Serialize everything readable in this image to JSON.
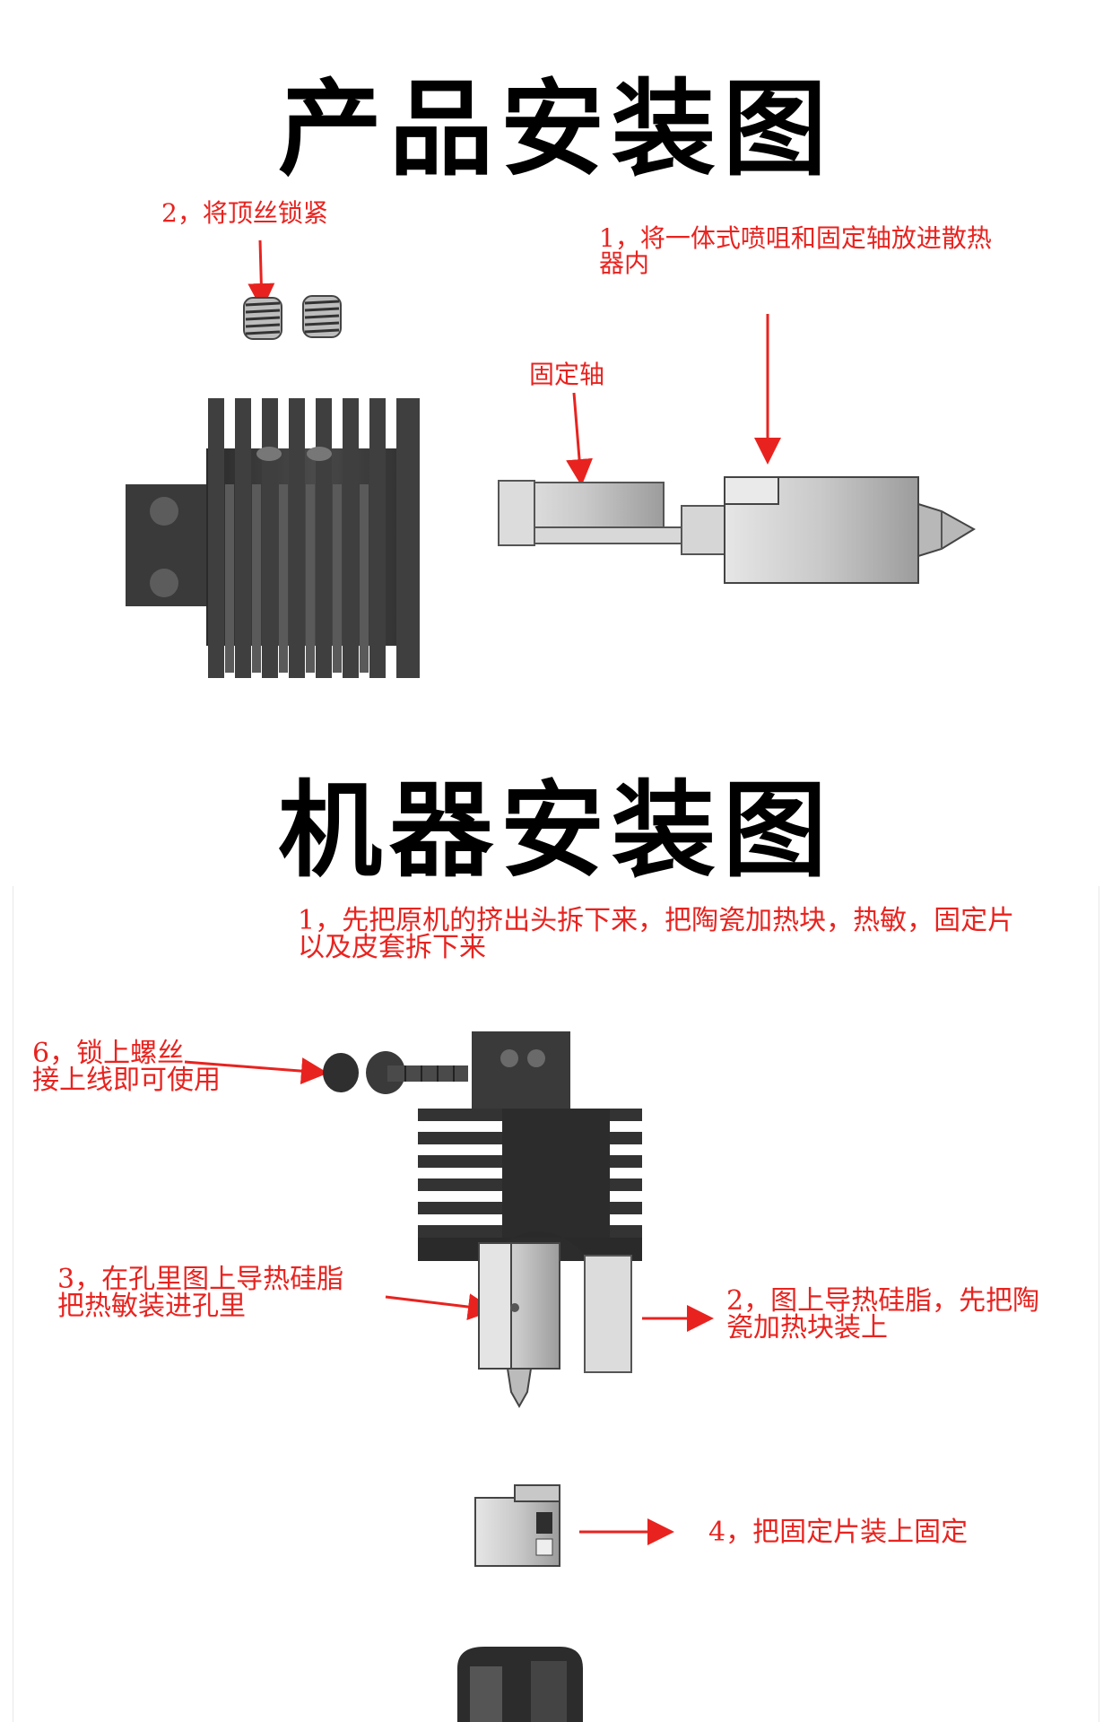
{
  "product": {
    "title": "产品安装图",
    "step2": "2，将顶丝锁紧",
    "step1": "1，将一体式喷咀和固定轴放进散热\n器内",
    "shaft_label": "固定轴"
  },
  "machine": {
    "title": "机器安装图",
    "step1": "1，先把原机的挤出头拆下来，把陶瓷加热块，热敏，固定片\n以及皮套拆下来",
    "step6": "6，锁上螺丝\n接上线即可使用",
    "step3": "3，在孔里图上导热硅脂\n把热敏装进孔里",
    "step2": "2，图上导热硅脂，先把陶\n瓷加热块装上",
    "step4": "4，把固定片装上固定"
  },
  "colors": {
    "annotation": "#e8231f",
    "title": "#000000",
    "part_dark": "#3c3c3c",
    "part_light": "#cfcfcf"
  }
}
